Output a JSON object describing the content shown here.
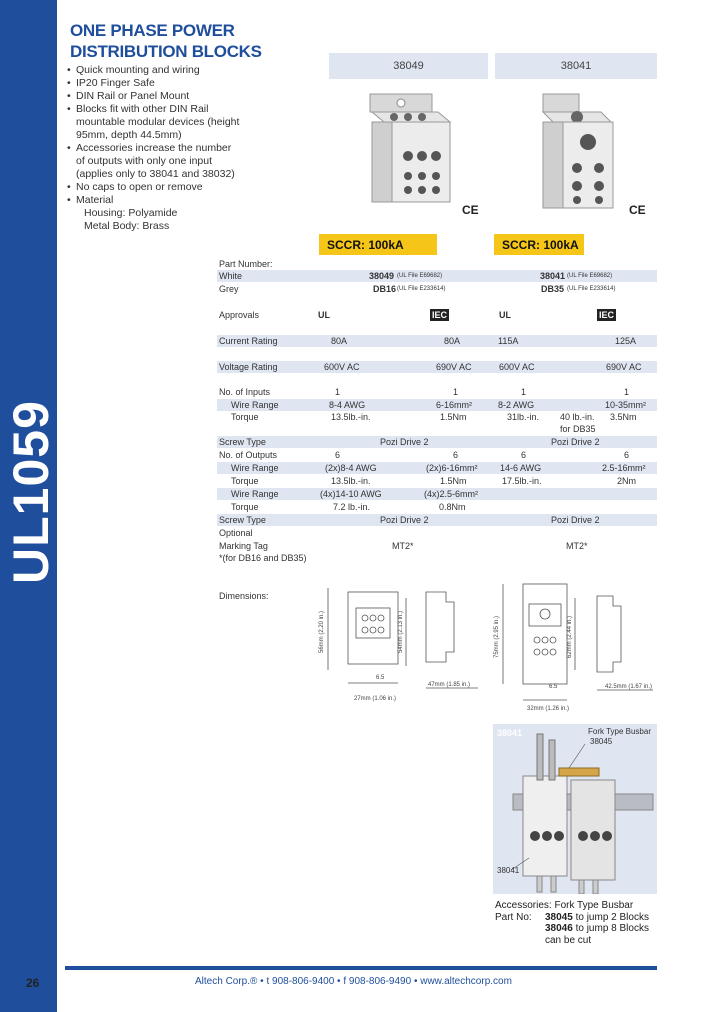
{
  "sidebar": {
    "label": "UL1059"
  },
  "page_number": "26",
  "title": {
    "line1": "ONE PHASE POWER",
    "line2": "DISTRIBUTION BLOCKS"
  },
  "features": [
    "Quick mounting and wiring",
    "IP20 Finger Safe",
    "DIN Rail or Panel Mount",
    "Blocks fit with other DIN Rail mountable modular devices (height 95mm, depth 44.5mm)",
    "Accessories increase the number of outputs with only one input (applies only to 38041 and 38032)",
    "No caps to open or remove",
    "Material"
  ],
  "material": {
    "housing": "Housing: Polyamide",
    "body": "Metal Body: Brass"
  },
  "products": {
    "left": "38049",
    "right": "38041"
  },
  "ce_mark": "CE",
  "sccr": {
    "left": "SCCR: 100kA",
    "right": "SCCR: 100kA"
  },
  "specs": {
    "part_number_label": "Part Number:",
    "white_label": "White",
    "white_left": "38049",
    "white_left_note": "(UL File E69682)",
    "white_right": "38041",
    "white_right_note": "(UL File E69682)",
    "grey_label": "Grey",
    "grey_left": "DB16",
    "grey_left_note": "(UL File E233614)",
    "grey_right": "DB35",
    "grey_right_note": "(UL File E233614)",
    "approvals_label": "Approvals",
    "ul": "UL",
    "iec": "IEC",
    "current_label": "Current Rating",
    "current": [
      "80A",
      "80A",
      "115A",
      "125A"
    ],
    "voltage_label": "Voltage Rating",
    "voltage": [
      "600V AC",
      "690V AC",
      "600V AC",
      "690V AC"
    ],
    "inputs_label": "No. of Inputs",
    "inputs": [
      "1",
      "1",
      "1",
      "1"
    ],
    "in_wire_label": "Wire Range",
    "in_wire": [
      "8-4 AWG",
      "6-16mm²",
      "8-2 AWG",
      "10-35mm²"
    ],
    "in_torque_label": "Torque",
    "in_torque": [
      "13.5lb.-in.",
      "1.5Nm",
      "31lb.-in.",
      "40 lb.-in.",
      "3.5Nm"
    ],
    "for_db35": "for DB35",
    "screw_label": "Screw Type",
    "screw": [
      "Pozi Drive 2",
      "Pozi Drive 2"
    ],
    "outputs_label": "No. of Outputs",
    "outputs": [
      "6",
      "6",
      "6",
      "6"
    ],
    "out1_wire_label": "Wire Range",
    "out1_wire": [
      "(2x)8-4 AWG",
      "(2x)6-16mm²",
      "14-6 AWG",
      "2.5-16mm²"
    ],
    "out1_torque_label": "Torque",
    "out1_torque": [
      "13.5lb.-in.",
      "1.5Nm",
      "17.5lb.-in.",
      "2Nm"
    ],
    "out2_wire_label": "Wire Range",
    "out2_wire": [
      "(4x)14-10 AWG",
      "(4x)2.5-6mm²"
    ],
    "out2_torque_label": "Torque",
    "out2_torque": [
      "7.2 lb.-in.",
      "0.8Nm"
    ],
    "screw2_label": "Screw Type",
    "screw2": [
      "Pozi Drive 2",
      "Pozi Drive 2"
    ],
    "optional_label": "Optional",
    "marking_label": "Marking Tag",
    "marking": [
      "MT2*",
      "MT2*"
    ],
    "footnote": "*(for DB16 and DB35)"
  },
  "dimensions_label": "Dimensions:",
  "dims_left": {
    "h1": "56mm (2.20 in.)",
    "h2": "54mm (2.13 in.)",
    "w": "27mm (1.06 in.)",
    "d": "47mm (1.85 in.)",
    "s": "6.5"
  },
  "dims_right": {
    "h1": "75mm (2.95 in.)",
    "h2": "62mm (2.44 in.)",
    "w": "32mm (1.26 in.)",
    "d": "42.5mm (1.67 in.)",
    "s": "6.5"
  },
  "inset": {
    "title": "38041",
    "busbar_label": "Fork Type Busbar",
    "busbar_part": "38045",
    "block_label": "38041"
  },
  "accessories": {
    "line1": "Accessories: Fork Type Busbar",
    "part_label": "Part No:",
    "p1": "38045",
    "p1_text": "to jump 2 Blocks",
    "p2": "38046",
    "p2_text": "to jump 8 Blocks",
    "p3_text": "can be cut"
  },
  "footer": "Altech Corp.® • t 908-806-9400 • f 908-806-9490 • www.altechcorp.com",
  "colors": {
    "brand_blue": "#1f4e9c",
    "shade": "#dfe5f1",
    "sccr_yellow": "#f5c518"
  }
}
